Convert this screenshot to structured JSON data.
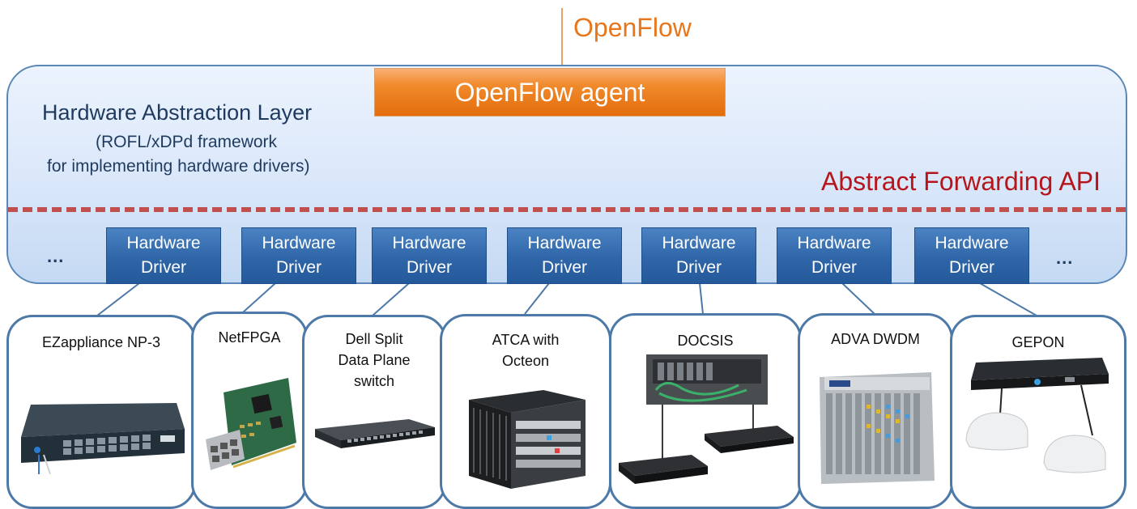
{
  "top_label": "OpenFlow",
  "agent_label": "OpenFlow agent",
  "hal": {
    "title": "Hardware Abstraction Layer",
    "subtitle_line1": "(ROFL/xDPd framework",
    "subtitle_line2": "for implementing hardware drivers)"
  },
  "api_label": "Abstract Forwarding API",
  "ellipsis": "...",
  "drivers": [
    {
      "line1": "Hardware",
      "line2": "Driver"
    },
    {
      "line1": "Hardware",
      "line2": "Driver"
    },
    {
      "line1": "Hardware",
      "line2": "Driver"
    },
    {
      "line1": "Hardware",
      "line2": "Driver"
    },
    {
      "line1": "Hardware",
      "line2": "Driver"
    },
    {
      "line1": "Hardware",
      "line2": "Driver"
    },
    {
      "line1": "Hardware",
      "line2": "Driver"
    }
  ],
  "devices": [
    {
      "lines": [
        "EZappliance NP-3"
      ]
    },
    {
      "lines": [
        "NetFPGA"
      ]
    },
    {
      "lines": [
        "Dell Split",
        "Data Plane",
        "switch"
      ]
    },
    {
      "lines": [
        "ATCA with",
        "Octeon"
      ]
    },
    {
      "lines": [
        "DOCSIS"
      ]
    },
    {
      "lines": [
        "ADVA DWDM"
      ]
    },
    {
      "lines": [
        "GEPON"
      ]
    }
  ],
  "colors": {
    "openflow_orange": "#e8761b",
    "api_red": "#b5151b",
    "driver_blue": "#2f66a8",
    "border_blue": "#4d79a8"
  }
}
